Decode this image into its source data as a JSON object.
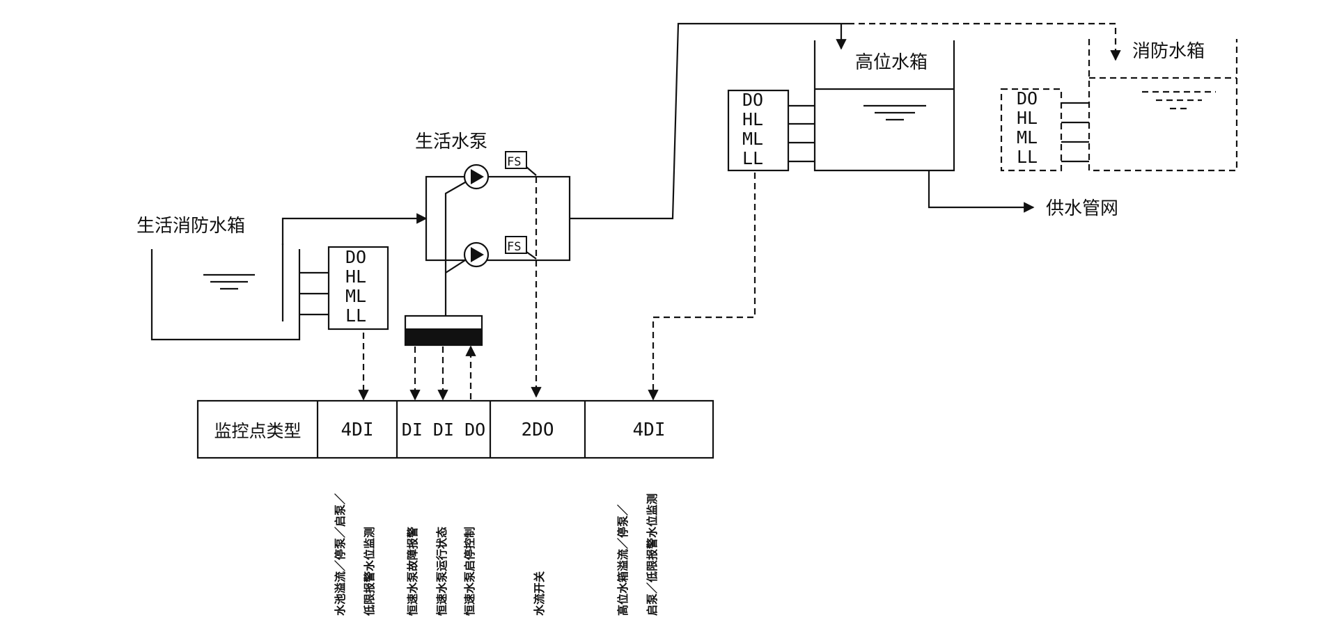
{
  "labels": {
    "tank_domestic": "生活消防水箱",
    "pump": "生活水泵",
    "tank_high": "高位水箱",
    "tank_fire": "消防水箱",
    "supply_network": "供水管网"
  },
  "sensor_rows": [
    "DO",
    "HL",
    "ML",
    "LL"
  ],
  "fs_label": "FS",
  "table": {
    "header": "监控点类型",
    "cells": [
      "4DI",
      "DI DI DO",
      "2DO",
      "4DI"
    ]
  },
  "descriptions": [
    {
      "col1": "水池溢流／停泵／启泵／",
      "col2": "低限报警水位监测"
    },
    {
      "col1": "恒速水泵故障报警",
      "col2": "恒速水泵运行状态",
      "col3": "恒速水泵启停控制"
    },
    {
      "col1": "水流开关"
    },
    {
      "col1": "高位水箱溢流／停泵／",
      "col2": "启泵／低限报警水位监测"
    }
  ]
}
